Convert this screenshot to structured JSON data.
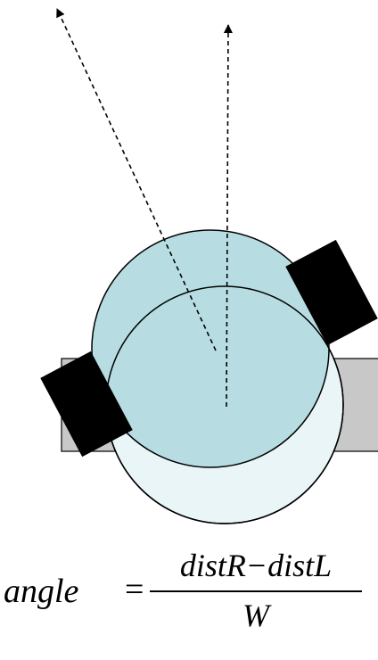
{
  "formula": {
    "lhs": "angle",
    "equals": "=",
    "numerator_left": "distR",
    "operator": "−",
    "numerator_right": "distL",
    "denominator": "W"
  },
  "colors": {
    "rotated_body_fill": "#b7dde2",
    "original_body_fill": "#eaf5f7",
    "outline": "#000000",
    "wheel_black": "#000000",
    "wheel_gray": "#c8c8c8"
  }
}
